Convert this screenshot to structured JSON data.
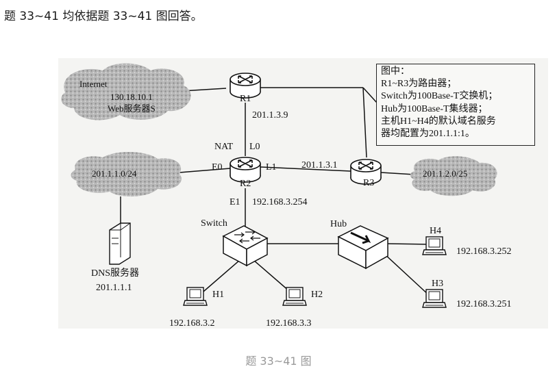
{
  "question_text": "题 33~41 均依据题 33~41 图回答。",
  "caption": "题 33~41 图",
  "legend": {
    "title": "图中：",
    "lines": [
      "R1~R3为路由器；",
      "Switch为100Base-T交换机；",
      "Hub为100Base-T集线器；",
      "主机H1~H4的默认域名服务",
      "器均配置为201.1.1:1。"
    ]
  },
  "diagram": {
    "internet_cloud": {
      "name": "Internet",
      "ip": "130.18.10.1",
      "server": "Web服务器S"
    },
    "net_left": "201.1.1.0/24",
    "net_right": "201.1.2.0/25",
    "r1": {
      "name": "R1",
      "ip": "201.1.3.9"
    },
    "r2": {
      "name": "R2",
      "nat": "NAT",
      "l0": "L0",
      "e0": "E0",
      "l1": "L1",
      "e1": "E1",
      "e1_ip": "192.168.3.254"
    },
    "r3": {
      "name": "R3",
      "ip": "201.1.3.1"
    },
    "dns": {
      "name": "DNS服务器",
      "ip": "201.1.1.1"
    },
    "switch": "Switch",
    "hub": "Hub",
    "h1": {
      "name": "H1",
      "ip": "192.168.3.2"
    },
    "h2": {
      "name": "H2",
      "ip": "192.168.3.3"
    },
    "h3": {
      "name": "H3",
      "ip": "192.168.3.251"
    },
    "h4": {
      "name": "H4",
      "ip": "192.168.3.252"
    }
  }
}
